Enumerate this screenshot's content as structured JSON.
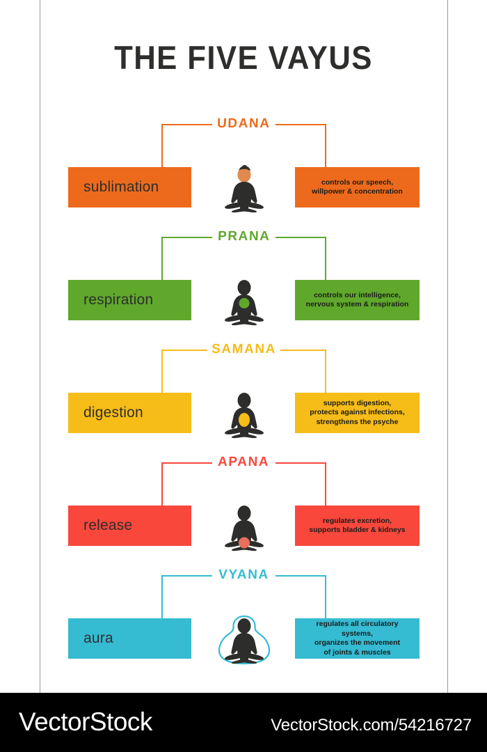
{
  "title": "THE FIVE VAYUS",
  "palette": {
    "orange": "#ED6A1C",
    "green": "#5FA82C",
    "yellow": "#F6BC18",
    "red": "#F9473C",
    "cyan": "#35BBD2",
    "silhouette": "#2D2E2C",
    "head_skin": "#E08A4D",
    "apana_dot": "#E8705A",
    "text_dark": "#2E2E2C",
    "frame_line": "#9A9A9A",
    "footer_bg": "#000000"
  },
  "rows": [
    {
      "vayu": "UDANA",
      "color": "#ED6A1C",
      "function": "sublimation",
      "description": "controls our speech,\nwillpower & concentration",
      "desc_lines": [
        "controls our speech,",
        "willpower & concentration"
      ],
      "marker": "head",
      "icon": "lotus-figure-udana-icon"
    },
    {
      "vayu": "PRANA",
      "color": "#5FA82C",
      "function": "respiration",
      "description": "controls our intelligence,\nnervous system & respiration",
      "desc_lines": [
        "controls our intelligence,",
        "nervous system & respiration"
      ],
      "marker": "chest",
      "icon": "lotus-figure-prana-icon"
    },
    {
      "vayu": "SAMANA",
      "color": "#F6BC18",
      "function": "digestion",
      "description": "supports digestion,\nprotects against infections,\nstrengthens the psyche",
      "desc_lines": [
        "supports digestion,",
        "protects against infections,",
        "strengthens the psyche"
      ],
      "marker": "belly",
      "icon": "lotus-figure-samana-icon"
    },
    {
      "vayu": "APANA",
      "color": "#F9473C",
      "function": "release",
      "description": "regulates excretion,\nsupports bladder & kidneys",
      "desc_lines": [
        "regulates excretion,",
        "supports bladder & kidneys"
      ],
      "marker": "root",
      "icon": "lotus-figure-apana-icon"
    },
    {
      "vayu": "VYANA",
      "color": "#35BBD2",
      "function": "aura",
      "description": "regulates all circulatory systems,\norganizes the movement\nof joints & muscles",
      "desc_lines": [
        "regulates all circulatory systems,",
        "organizes the movement",
        "of joints & muscles"
      ],
      "marker": "aura",
      "icon": "lotus-figure-vyana-icon"
    }
  ],
  "footer": {
    "logo": "VectorStock",
    "url": "VectorStock.com/54216727"
  }
}
